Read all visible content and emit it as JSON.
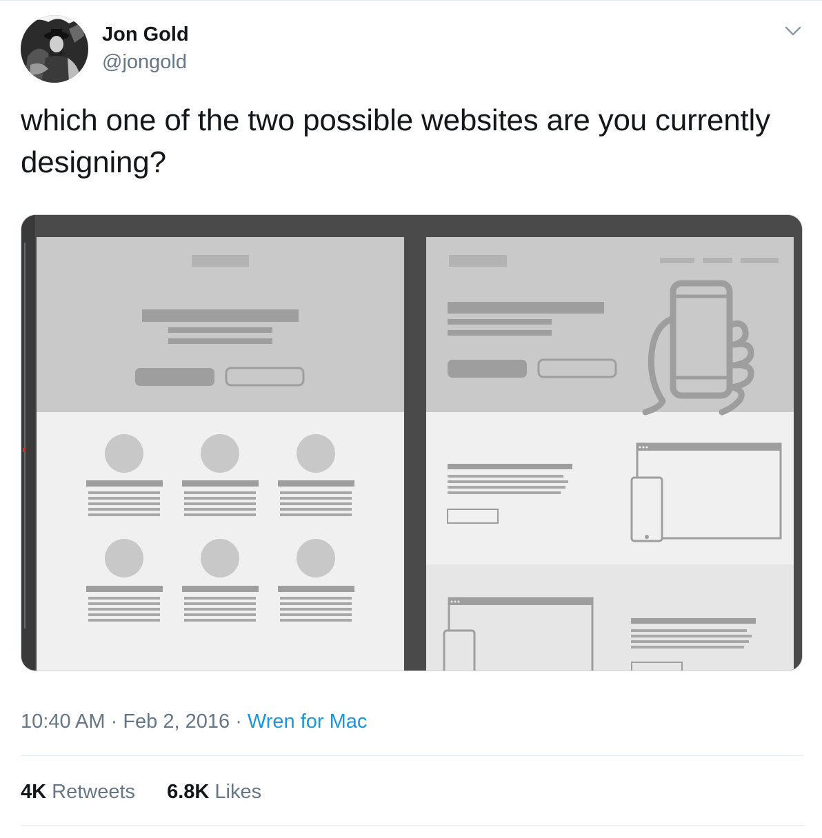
{
  "tweet": {
    "display_name": "Jon Gold",
    "handle": "@jongold",
    "text": "which one of the two possible websites are you currently designing?",
    "time": "10:40 AM",
    "separator": "·",
    "date": "Feb 2, 2016",
    "source": "Wren for Mac"
  },
  "stats": {
    "retweets_count": "4K",
    "retweets_label": "Retweets",
    "likes_count": "6.8K",
    "likes_label": "Likes"
  },
  "colors": {
    "text_primary": "#14171a",
    "text_secondary": "#657786",
    "link": "#1b95e0",
    "divider": "#e6ecf0"
  },
  "icons": {
    "menu": "chevron-down-icon"
  }
}
